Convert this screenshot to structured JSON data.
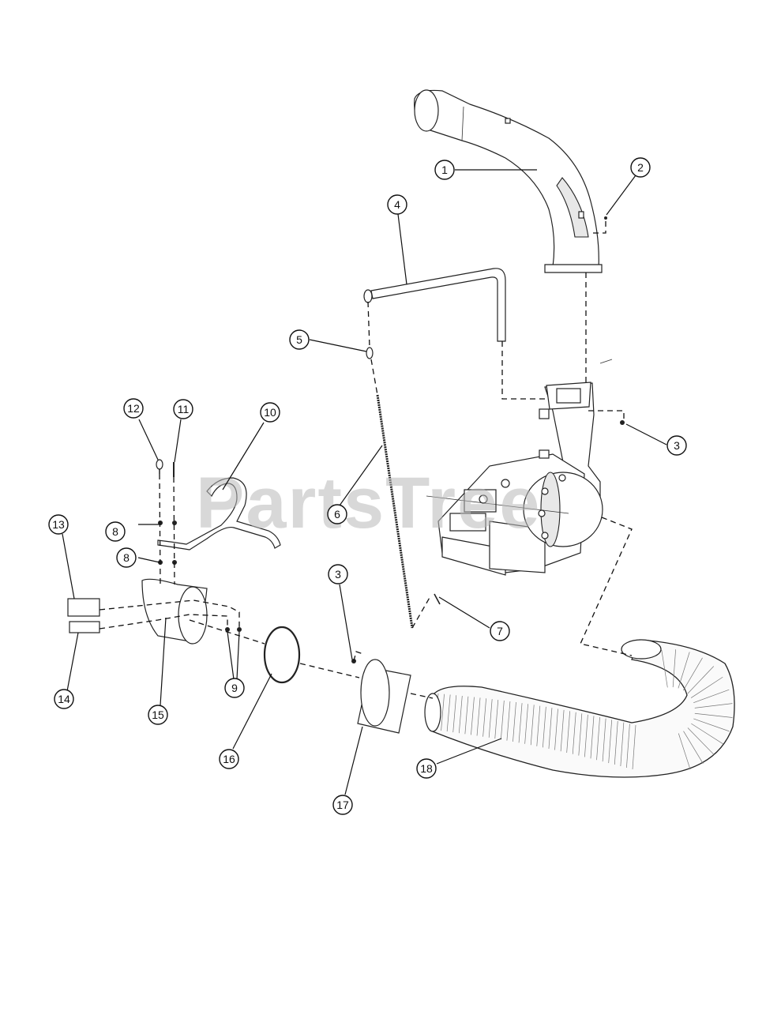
{
  "watermark": "PartsTree",
  "callouts": [
    "1",
    "2",
    "3",
    "4",
    "5",
    "6",
    "7",
    "8",
    "8",
    "9",
    "10",
    "11",
    "12",
    "13",
    "14",
    "15",
    "16",
    "3",
    "17",
    "18"
  ]
}
